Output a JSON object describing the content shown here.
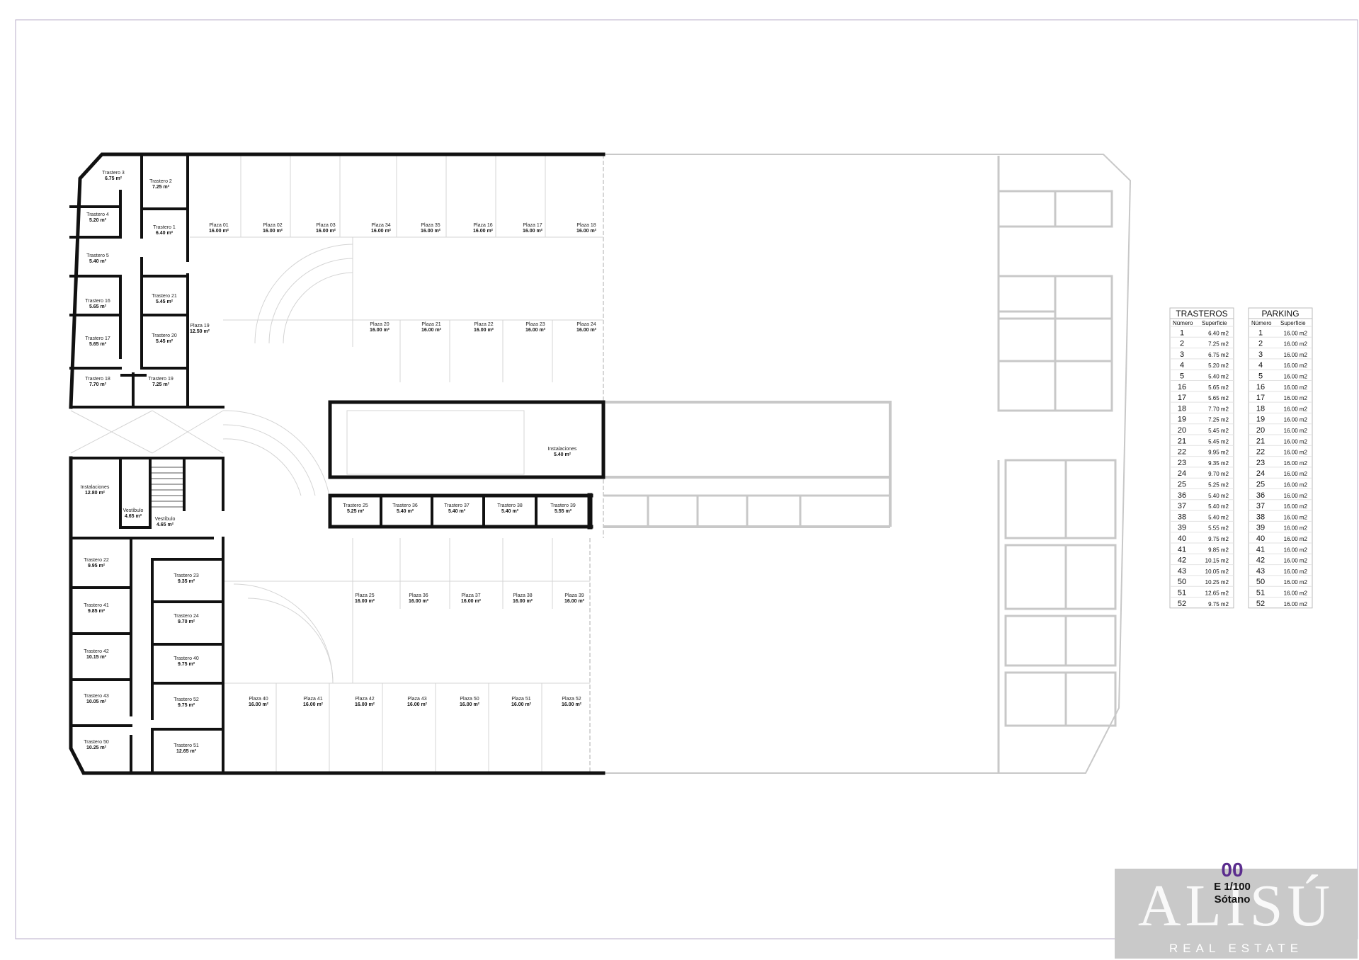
{
  "plan_info": {
    "number": "00",
    "scale": "E 1/100",
    "level": "Sótano"
  },
  "brand": {
    "mark": "ALISÚ",
    "subtitle": "REAL ESTATE"
  },
  "colors": {
    "plan_number": "#5b2d8e",
    "brand_bg": "#c9c9c9",
    "walls": "#111111",
    "ghost": "#c8c8c8"
  },
  "storage_rooms": [
    {
      "label": "Trastero 3",
      "area": "6.75 m²"
    },
    {
      "label": "Trastero 2",
      "area": "7.25 m²"
    },
    {
      "label": "Trastero 4",
      "area": "5.20 m²"
    },
    {
      "label": "Trastero 1",
      "area": "6.40 m²"
    },
    {
      "label": "Trastero 5",
      "area": "5.40 m²"
    },
    {
      "label": "Trastero 16",
      "area": "5.65 m²"
    },
    {
      "label": "Trastero 21",
      "area": "5.45 m²"
    },
    {
      "label": "Trastero 17",
      "area": "5.65 m²"
    },
    {
      "label": "Trastero 20",
      "area": "5.45 m²"
    },
    {
      "label": "Trastero 18",
      "area": "7.70 m²"
    },
    {
      "label": "Trastero 19",
      "area": "7.25 m²"
    },
    {
      "label": "Trastero 25",
      "area": "5.25 m²"
    },
    {
      "label": "Trastero 36",
      "area": "5.40 m²"
    },
    {
      "label": "Trastero 37",
      "area": "5.40 m²"
    },
    {
      "label": "Trastero 38",
      "area": "5.40 m²"
    },
    {
      "label": "Trastero 39",
      "area": "5.55 m²"
    },
    {
      "label": "Trastero 22",
      "area": "9.95 m²"
    },
    {
      "label": "Trastero 23",
      "area": "9.35 m²"
    },
    {
      "label": "Trastero 41",
      "area": "9.85 m²"
    },
    {
      "label": "Trastero 24",
      "area": "9.70 m²"
    },
    {
      "label": "Trastero 42",
      "area": "10.15 m²"
    },
    {
      "label": "Trastero 40",
      "area": "9.75 m²"
    },
    {
      "label": "Trastero 43",
      "area": "10.05 m²"
    },
    {
      "label": "Trastero 52",
      "area": "9.75 m²"
    },
    {
      "label": "Trastero 50",
      "area": "10.25 m²"
    },
    {
      "label": "Trastero 51",
      "area": "12.65 m²"
    }
  ],
  "parking_spaces": [
    {
      "label": "Plaza 01",
      "area": "16.00 m²"
    },
    {
      "label": "Plaza 02",
      "area": "16.00 m²"
    },
    {
      "label": "Plaza 03",
      "area": "16.00 m²"
    },
    {
      "label": "Plaza 34",
      "area": "16.00 m²"
    },
    {
      "label": "Plaza 35",
      "area": "16.00 m²"
    },
    {
      "label": "Plaza 16",
      "area": "16.00 m²"
    },
    {
      "label": "Plaza 17",
      "area": "16.00 m²"
    },
    {
      "label": "Plaza 18",
      "area": "16.00 m²"
    },
    {
      "label": "Plaza 19",
      "area": "12.50 m²"
    },
    {
      "label": "Plaza 20",
      "area": "16.00 m²"
    },
    {
      "label": "Plaza 21",
      "area": "16.00 m²"
    },
    {
      "label": "Plaza 22",
      "area": "16.00 m²"
    },
    {
      "label": "Plaza 23",
      "area": "16.00 m²"
    },
    {
      "label": "Plaza 24",
      "area": "16.00 m²"
    },
    {
      "label": "Plaza 25",
      "area": "16.00 m²"
    },
    {
      "label": "Plaza 36",
      "area": "16.00 m²"
    },
    {
      "label": "Plaza 37",
      "area": "16.00 m²"
    },
    {
      "label": "Plaza 38",
      "area": "16.00 m²"
    },
    {
      "label": "Plaza 39",
      "area": "16.00 m²"
    },
    {
      "label": "Plaza 40",
      "area": "16.00 m²"
    },
    {
      "label": "Plaza 41",
      "area": "16.00 m²"
    },
    {
      "label": "Plaza 42",
      "area": "16.00 m²"
    },
    {
      "label": "Plaza 43",
      "area": "16.00 m²"
    },
    {
      "label": "Plaza 50",
      "area": "16.00 m²"
    },
    {
      "label": "Plaza 51",
      "area": "16.00 m²"
    },
    {
      "label": "Plaza 52",
      "area": "16.00 m²"
    }
  ],
  "other_rooms": [
    {
      "label": "Instalaciones",
      "area": "12.80 m²"
    },
    {
      "label": "Vestíbulo",
      "area": "4.65 m²"
    },
    {
      "label": "Vestíbulo",
      "area": "4.65 m²"
    },
    {
      "label": "Instalaciones",
      "area": "5.40 m²"
    }
  ],
  "tables": {
    "trasteros": {
      "title": "TRASTEROS",
      "headers": [
        "Número",
        "Superficie"
      ],
      "rows": [
        [
          "1",
          "6.40 m2"
        ],
        [
          "2",
          "7.25 m2"
        ],
        [
          "3",
          "6.75 m2"
        ],
        [
          "4",
          "5.20 m2"
        ],
        [
          "5",
          "5.40 m2"
        ],
        [
          "16",
          "5.65 m2"
        ],
        [
          "17",
          "5.65 m2"
        ],
        [
          "18",
          "7.70 m2"
        ],
        [
          "19",
          "7.25 m2"
        ],
        [
          "20",
          "5.45 m2"
        ],
        [
          "21",
          "5.45 m2"
        ],
        [
          "22",
          "9.95 m2"
        ],
        [
          "23",
          "9.35 m2"
        ],
        [
          "24",
          "9.70 m2"
        ],
        [
          "25",
          "5.25 m2"
        ],
        [
          "36",
          "5.40 m2"
        ],
        [
          "37",
          "5.40 m2"
        ],
        [
          "38",
          "5.40 m2"
        ],
        [
          "39",
          "5.55 m2"
        ],
        [
          "40",
          "9.75 m2"
        ],
        [
          "41",
          "9.85 m2"
        ],
        [
          "42",
          "10.15 m2"
        ],
        [
          "43",
          "10.05 m2"
        ],
        [
          "50",
          "10.25 m2"
        ],
        [
          "51",
          "12.65 m2"
        ],
        [
          "52",
          "9.75 m2"
        ]
      ]
    },
    "parking": {
      "title": "PARKING",
      "headers": [
        "Número",
        "Superficie"
      ],
      "rows": [
        [
          "1",
          "16.00 m2"
        ],
        [
          "2",
          "16.00 m2"
        ],
        [
          "3",
          "16.00 m2"
        ],
        [
          "4",
          "16.00 m2"
        ],
        [
          "5",
          "16.00 m2"
        ],
        [
          "16",
          "16.00 m2"
        ],
        [
          "17",
          "16.00 m2"
        ],
        [
          "18",
          "16.00 m2"
        ],
        [
          "19",
          "16.00 m2"
        ],
        [
          "20",
          "16.00 m2"
        ],
        [
          "21",
          "16.00 m2"
        ],
        [
          "22",
          "16.00 m2"
        ],
        [
          "23",
          "16.00 m2"
        ],
        [
          "24",
          "16.00 m2"
        ],
        [
          "25",
          "16.00 m2"
        ],
        [
          "36",
          "16.00 m2"
        ],
        [
          "37",
          "16.00 m2"
        ],
        [
          "38",
          "16.00 m2"
        ],
        [
          "39",
          "16.00 m2"
        ],
        [
          "40",
          "16.00 m2"
        ],
        [
          "41",
          "16.00 m2"
        ],
        [
          "42",
          "16.00 m2"
        ],
        [
          "43",
          "16.00 m2"
        ],
        [
          "50",
          "16.00 m2"
        ],
        [
          "51",
          "16.00 m2"
        ],
        [
          "52",
          "16.00 m2"
        ]
      ]
    }
  }
}
